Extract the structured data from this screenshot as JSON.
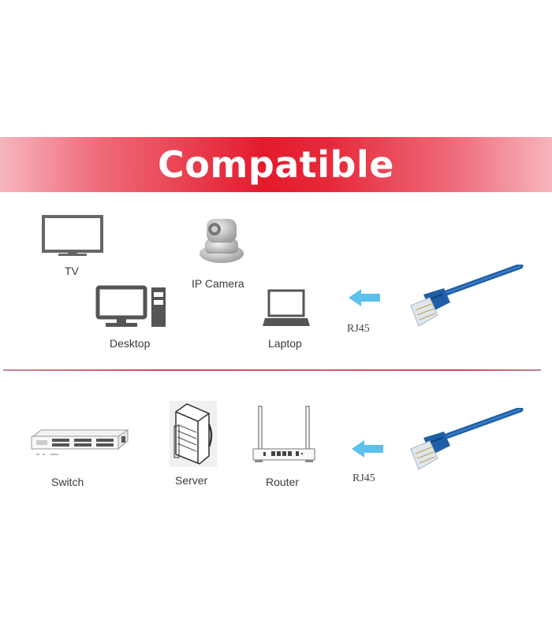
{
  "banner": {
    "title": "Compatible",
    "color": "#e41a2c"
  },
  "section_top": {
    "devices": [
      {
        "label": "TV",
        "icon": "tv-icon"
      },
      {
        "label": "IP Camera",
        "icon": "ip-camera-icon"
      },
      {
        "label": "Desktop",
        "icon": "desktop-icon"
      },
      {
        "label": "Laptop",
        "icon": "laptop-icon"
      }
    ],
    "connector": {
      "label": "RJ45",
      "arrow_color": "#5bc0eb",
      "cable_color": "#1f5fa8"
    }
  },
  "section_bottom": {
    "devices": [
      {
        "label": "Switch",
        "icon": "switch-icon"
      },
      {
        "label": "Server",
        "icon": "server-icon"
      },
      {
        "label": "Router",
        "icon": "router-icon"
      }
    ],
    "connector": {
      "label": "RJ45",
      "arrow_color": "#5bc0eb",
      "cable_color": "#1f5fa8"
    }
  }
}
